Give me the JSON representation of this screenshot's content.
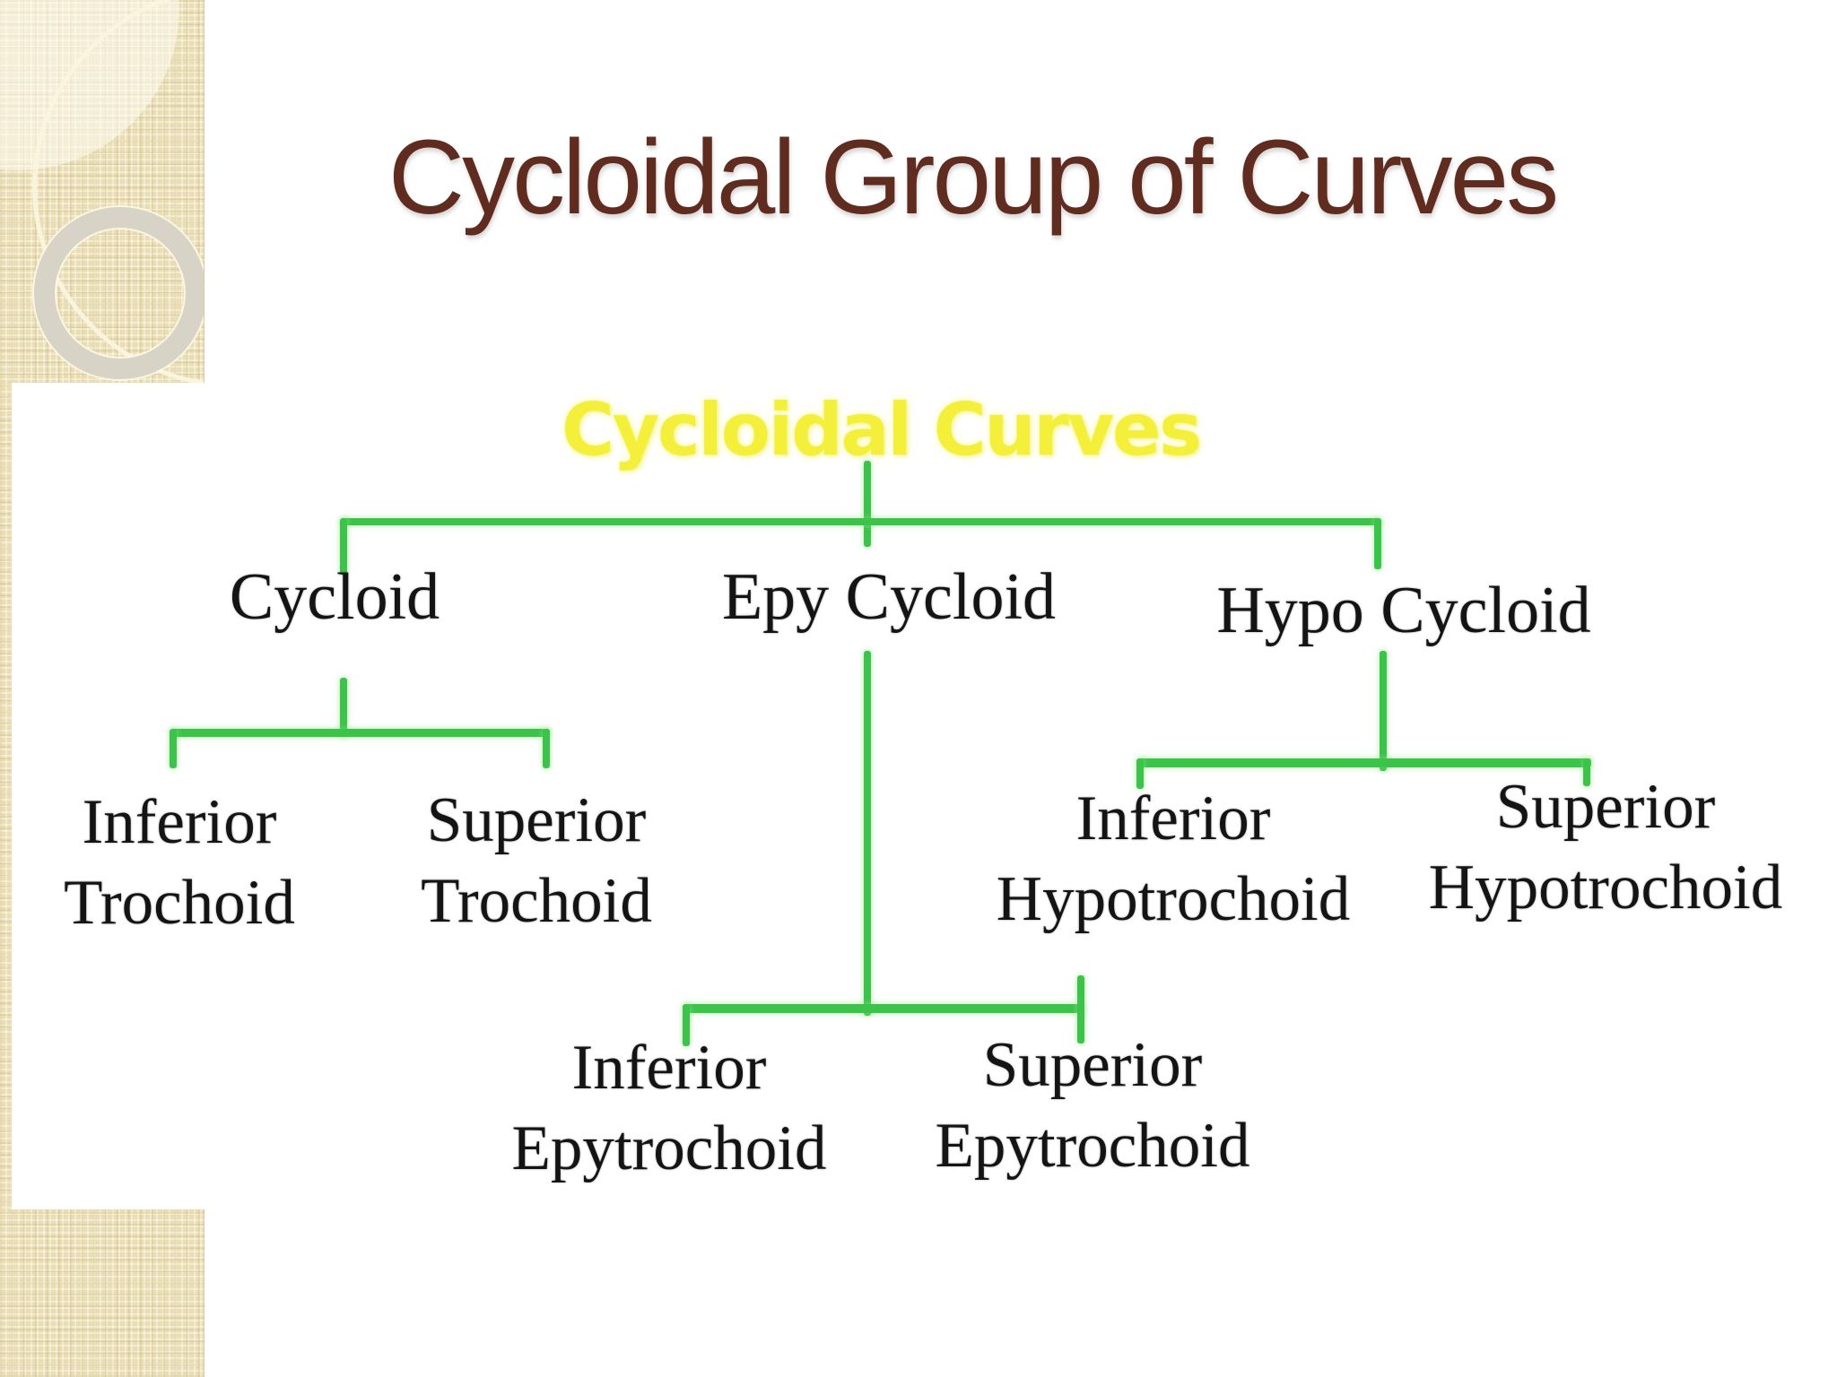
{
  "slide": {
    "title": "Cycloidal Group of Curves"
  },
  "tree": {
    "root": "Cycloidal Curves",
    "branches": [
      {
        "label": "Cycloid",
        "children": [
          {
            "line1": "Inferior",
            "line2": "Trochoid"
          },
          {
            "line1": "Superior",
            "line2": "Trochoid"
          }
        ]
      },
      {
        "label": "Epy Cycloid",
        "children": [
          {
            "line1": "Inferior",
            "line2": "Epytrochoid"
          },
          {
            "line1": "Superior",
            "line2": "Epytrochoid"
          }
        ]
      },
      {
        "label": "Hypo Cycloid",
        "children": [
          {
            "line1": "Inferior",
            "line2": "Hypotrochoid"
          },
          {
            "line1": "Superior",
            "line2": "Hypotrochoid"
          }
        ]
      }
    ]
  },
  "colors": {
    "line_green": "#3bc34a",
    "root_yellow": "#f4ef3a",
    "title_maroon": "#612c20",
    "strip_beige": "#e9ddb4",
    "node_text": "#141414"
  }
}
